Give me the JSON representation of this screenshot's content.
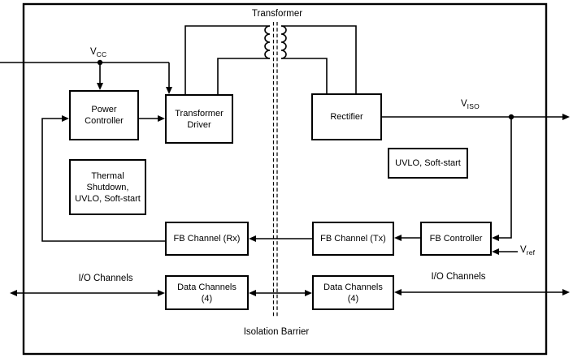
{
  "figure": {
    "transformer_label": "Transformer",
    "isolation_barrier_label": "Isolation Barrier",
    "io_channels_left_label": "I/O Channels",
    "io_channels_right_label": "I/O Channels",
    "signals": {
      "vcc": {
        "base": "V",
        "sub": "CC"
      },
      "viso": {
        "base": "V",
        "sub": "ISO"
      },
      "vref": {
        "base": "V",
        "sub": "ref"
      }
    },
    "blocks": {
      "power_controller": "Power\nController",
      "transformer_driver": "Transformer\nDriver",
      "rectifier": "Rectifier",
      "thermal_shutdown": "Thermal\nShutdown,\nUVLO, Soft-start",
      "uvlo_soft_start": "UVLO, Soft-start",
      "fb_channel_rx": "FB Channel (Rx)",
      "fb_channel_tx": "FB Channel (Tx)",
      "fb_controller": "FB Controller",
      "data_channels_left": "Data Channels\n(4)",
      "data_channels_right": "Data Channels\n(4)"
    },
    "colors": {
      "line": "#000000",
      "background": "#ffffff"
    }
  }
}
